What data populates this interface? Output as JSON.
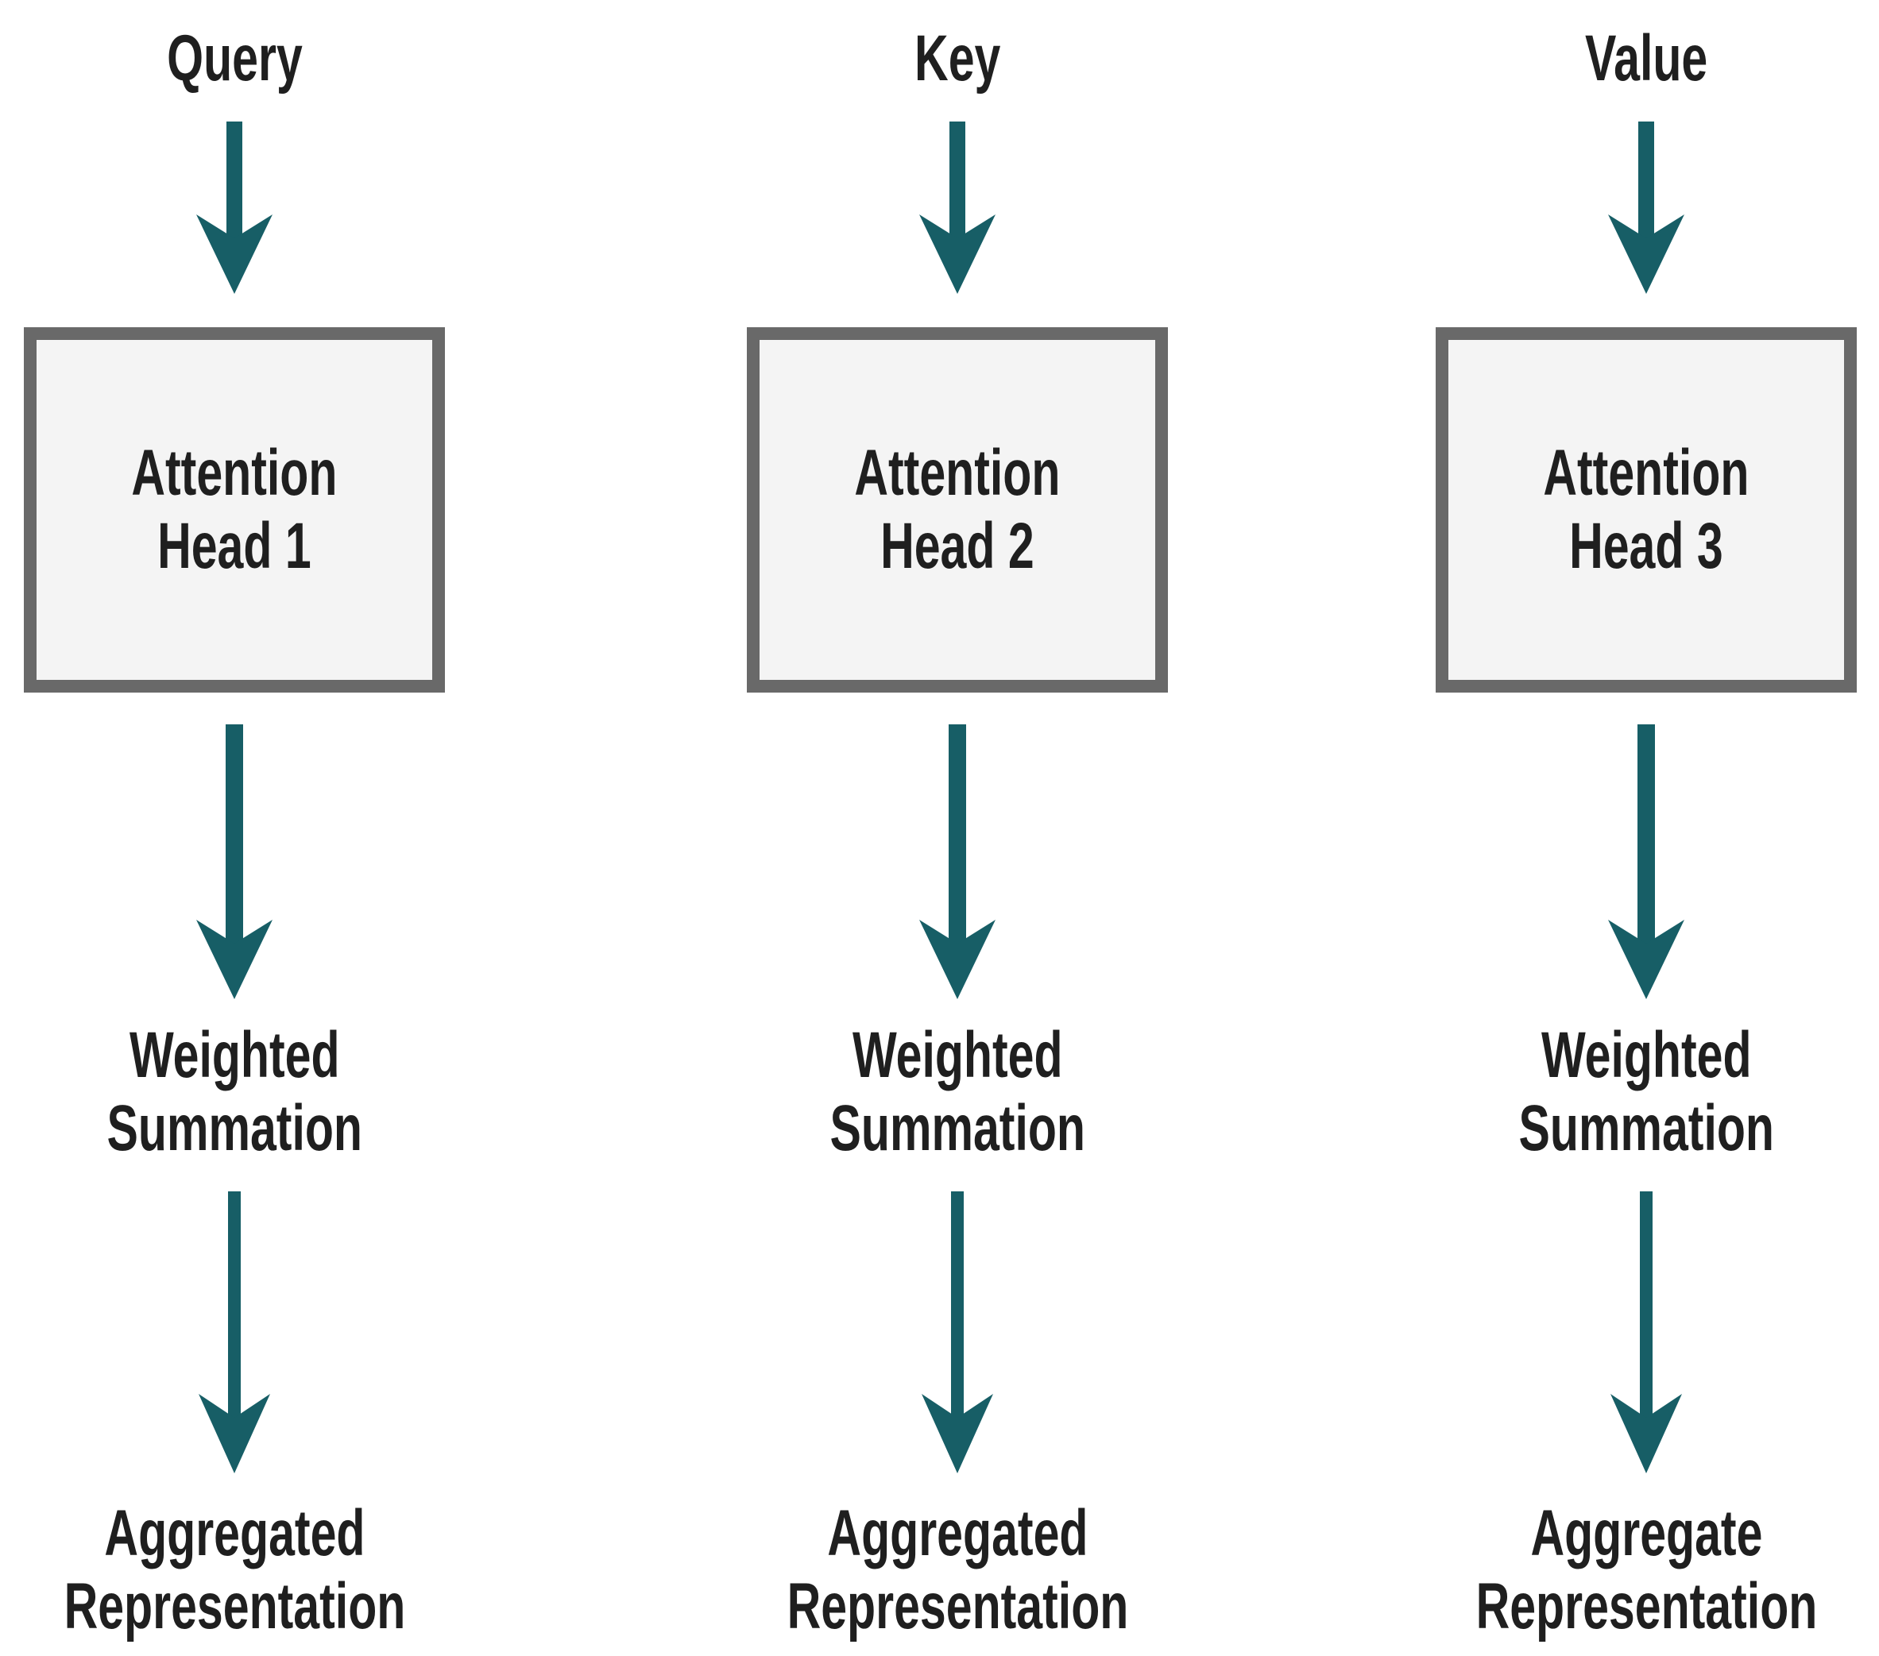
{
  "colors": {
    "arrow": "#175E66",
    "box_border": "#696969",
    "box_fill": "#f4f4f4",
    "text": "#1f1f1f",
    "background": "#ffffff"
  },
  "columns": [
    {
      "id": "query",
      "input_label": "Query",
      "head_lines": [
        "Attention",
        "Head 1"
      ],
      "process_lines": [
        "Weighted",
        "Summation"
      ],
      "output_lines": [
        "Aggregated",
        "Representation"
      ]
    },
    {
      "id": "key",
      "input_label": "Key",
      "head_lines": [
        "Attention",
        "Head 2"
      ],
      "process_lines": [
        "Weighted",
        "Summation"
      ],
      "output_lines": [
        "Aggregated",
        "Representation"
      ]
    },
    {
      "id": "value",
      "input_label": "Value",
      "head_lines": [
        "Attention",
        "Head 3"
      ],
      "process_lines": [
        "Weighted",
        "Summation"
      ],
      "output_lines": [
        "Aggregate",
        "Representation"
      ]
    }
  ]
}
